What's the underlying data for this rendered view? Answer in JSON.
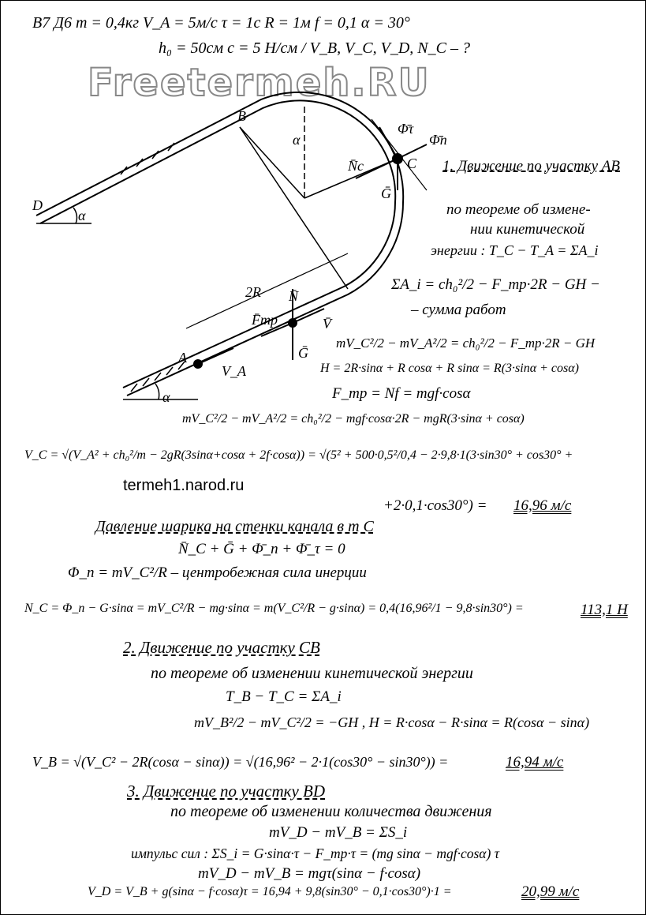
{
  "header": {
    "line1": "В7  Д6      m = 0,4кг    V_A = 5м/с    τ = 1с    R = 1м    f = 0,1   α = 30°",
    "line2": "h₀ = 50см    c = 5 Н/см  /  V_B, V_C, V_D, N_C – ?"
  },
  "watermark": "Freetermeh.RU",
  "diagram": {
    "B": "B",
    "C": "C",
    "D": "D",
    "A": "A",
    "alpha": "α",
    "R2": "2R",
    "N": "N̄",
    "Ftr": "F̄тр",
    "V": "V̄",
    "G": "Ḡ",
    "VA": "V_A",
    "Nc": "N̄c",
    "Gc": "Ḡ",
    "Phi_t": "Φ̄τ",
    "Phi_n": "Φ̄n"
  },
  "section1": {
    "title": "1. Движение по участку AB",
    "l1": "по теореме об измене-",
    "l2": "нии кинетической",
    "l3": "энергии :  T_C − T_A = ΣA_i",
    "l4": "ΣA_i = ch₀²/2 − F_тр·2R − GH −",
    "l5": "– сумма работ",
    "l6": "mV_C²/2 − mV_A²/2 = ch₀²/2 − F_тр·2R − GH",
    "l7": "H = 2R·sinα + R cosα + R sinα = R(3·sinα + cosα)",
    "l8": "F_тр = Nf = mgf·cosα",
    "l9": "mV_C²/2 − mV_A²/2 = ch₀²/2 − mgf·cosα·2R − mgR(3·sinα + cosα)",
    "vc": "V_C = √(V_A² + ch₀²/m − 2gR(3sinα+cosα + 2f·cosα)) = √(5² + 500·0,5²/0,4 − 2·9,8·1(3·sin30° + cos30° +",
    "site": "termeh1.narod.ru",
    "vc2": "+2·0,1·cos30°) =",
    "vc_result": "16,96 м/с"
  },
  "pressure": {
    "title": "Давление шарика на стенки канала в т C",
    "l1": "N̄_C + Ḡ + Φ̄_n + Φ̄_τ = 0",
    "l2": "Φ_n = mV_C²/R –  центробежная сила инерции",
    "l3": "N_C = Φ_n − G·sinα = mV_C²/R − mg·sinα = m(V_C²/R − g·sinα) = 0,4(16,96²/1 − 9,8·sin30°) =",
    "result": "113,1 Н"
  },
  "section2": {
    "title": "2.  Движение по участку CB",
    "l1": "по теореме об изменении кинетической энергии",
    "l2": "T_B − T_C = ΣA_i",
    "l3": "mV_B²/2 − mV_C²/2 = −GH    ,    H = R·cosα − R·sinα = R(cosα − sinα)",
    "l4": "V_B = √(V_C² − 2R(cosα − sinα)) = √(16,96² − 2·1(cos30° − sin30°)) =",
    "result": "16,94 м/с"
  },
  "section3": {
    "title": "3.   Движение по участку BD",
    "l1": "по   теореме об изменении количества движения",
    "l2": "mV_D − mV_B = ΣS_i",
    "l3": "импульс сил :  ΣS_i = G·sinα·τ − F_тр·τ = (mg sinα − mgf·cosα) τ",
    "l4": "mV_D − mV_B = mgτ(sinα − f·cosα)",
    "l5": "V_D = V_B + g(sinα − f·cosα)τ = 16,94 + 9,8(sin30° − 0,1·cos30°)·1 =",
    "result": "20,99 м/с"
  }
}
